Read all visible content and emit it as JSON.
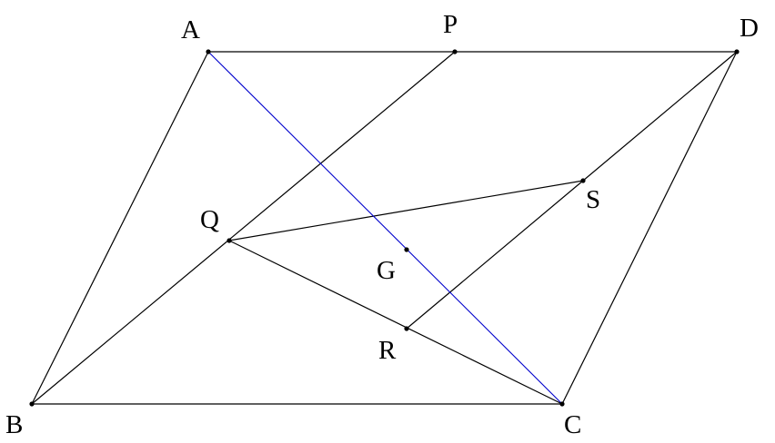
{
  "diagram": {
    "points": {
      "A": "A",
      "P": "P",
      "D": "D",
      "Q": "Q",
      "S": "S",
      "G": "G",
      "R": "R",
      "B": "B",
      "C": "C"
    },
    "colors": {
      "lines": "#000000",
      "highlight_diagonal": "#0000cc",
      "background": "#ffffff"
    }
  }
}
